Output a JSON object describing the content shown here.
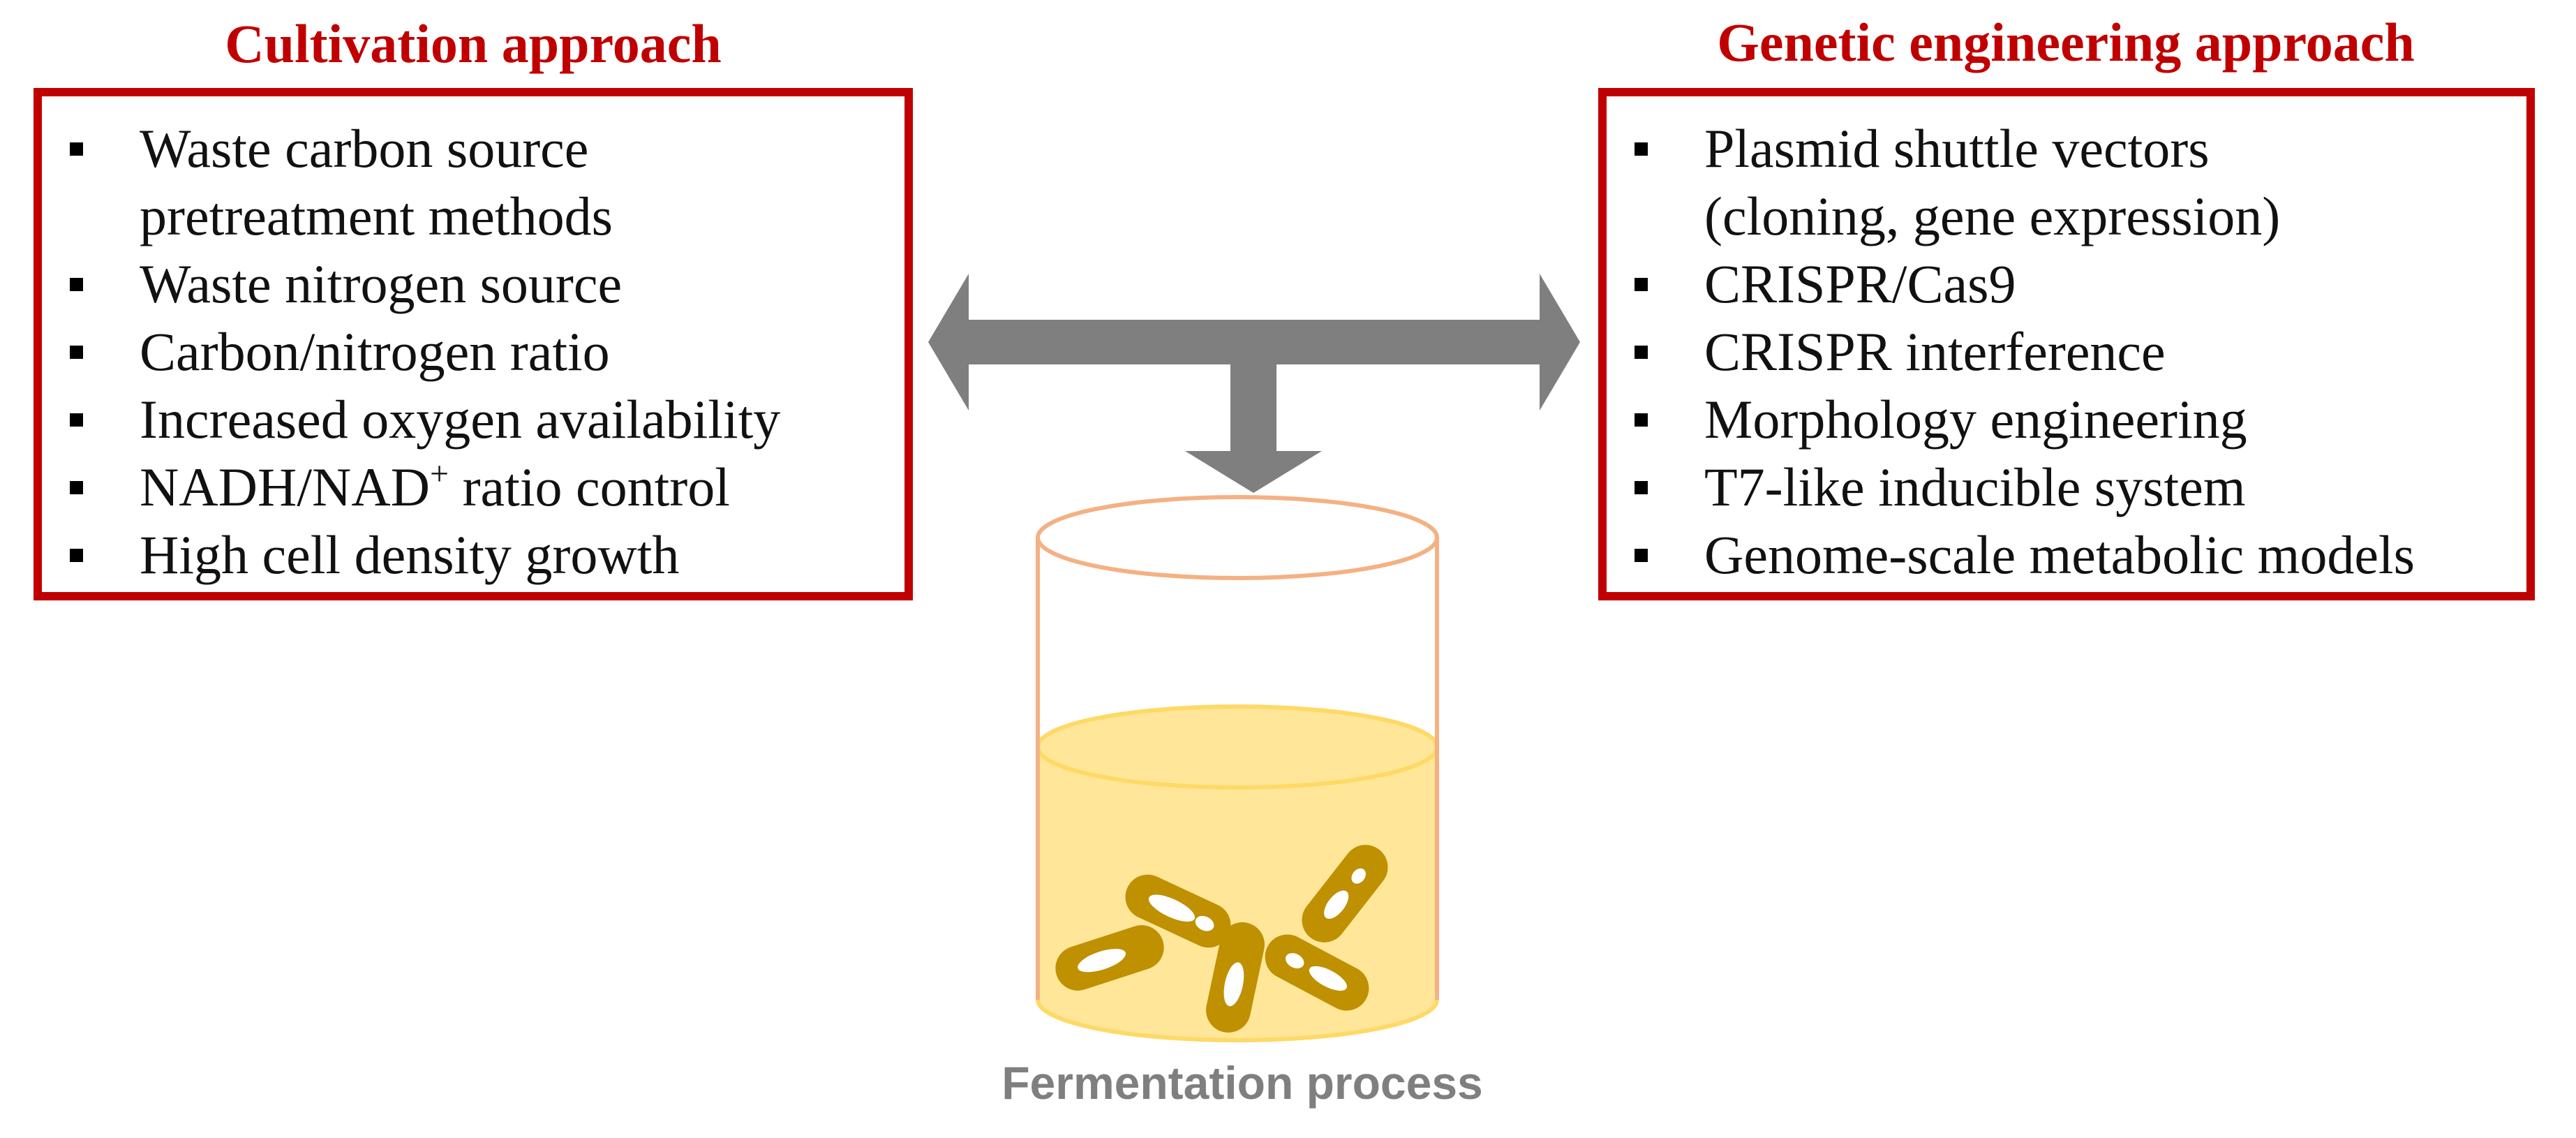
{
  "left_panel": {
    "title": "Cultivation approach",
    "items": [
      {
        "lines": [
          "Waste carbon source",
          "pretreatment methods"
        ]
      },
      {
        "lines": [
          "Waste nitrogen source"
        ]
      },
      {
        "lines": [
          "Carbon/nitrogen ratio"
        ]
      },
      {
        "lines": [
          "Increased oxygen availability"
        ]
      },
      {
        "before": "NADH/NAD",
        "sup": "+",
        "after": " ratio control"
      },
      {
        "lines": [
          "High cell density growth"
        ]
      }
    ]
  },
  "right_panel": {
    "title": "Genetic engineering approach",
    "items": [
      {
        "lines": [
          "Plasmid shuttle vectors",
          "(cloning, gene expression)"
        ]
      },
      {
        "lines": [
          "CRISPR/Cas9"
        ]
      },
      {
        "lines": [
          "CRISPR interference"
        ]
      },
      {
        "lines": [
          "Morphology engineering"
        ]
      },
      {
        "lines": [
          "T7-like inducible system"
        ]
      },
      {
        "lines": [
          "Genome-scale metabolic models"
        ]
      }
    ]
  },
  "center": {
    "label": "Fermentation process"
  },
  "colors": {
    "accent_red": "#c00000",
    "arrow_gray": "#7f7f7f",
    "beaker_outline": "#f4b183",
    "liquid": "#ffe699",
    "liquid_edge": "#ffd966",
    "cell": "#bf9000"
  }
}
